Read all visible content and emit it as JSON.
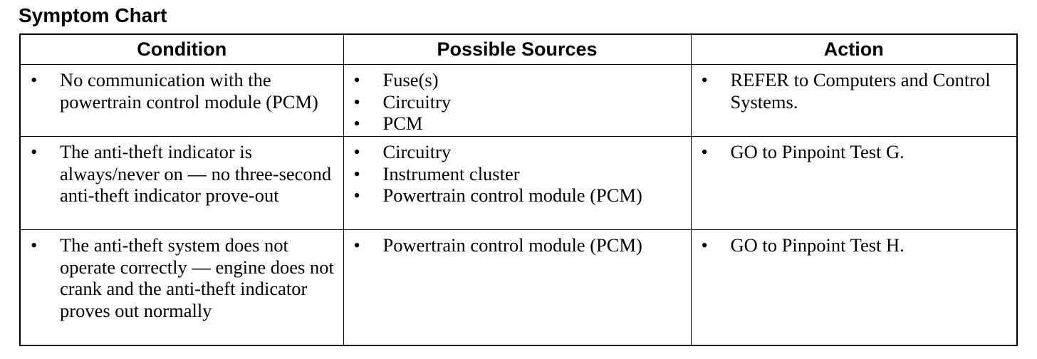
{
  "title": "Symptom Chart",
  "columns": {
    "condition": "Condition",
    "sources": "Possible Sources",
    "action": "Action"
  },
  "rows": [
    {
      "condition": "No communication with the powertrain control module (PCM)",
      "sources": [
        "Fuse(s)",
        "Circuitry",
        "PCM"
      ],
      "action": "REFER to Computers and Control Systems."
    },
    {
      "condition": "The anti-theft indicator is always/never on — no three-second anti-theft indicator prove-out",
      "sources": [
        "Circuitry",
        "Instrument cluster",
        "Powertrain control module (PCM)"
      ],
      "action": "GO to Pinpoint Test G."
    },
    {
      "condition": "The anti-theft system does not operate correctly — engine does not crank and the anti-theft indicator proves out normally",
      "sources": [
        "Powertrain control module (PCM)"
      ],
      "action": "GO to Pinpoint Test H."
    }
  ]
}
